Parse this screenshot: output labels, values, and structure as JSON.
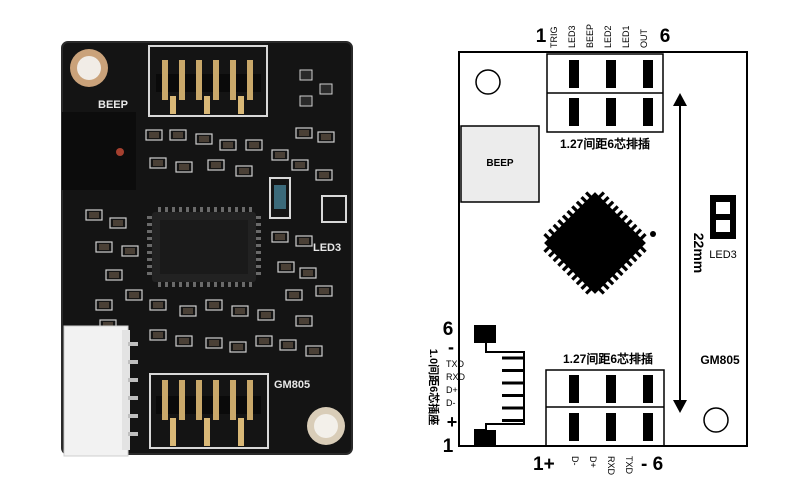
{
  "photo": {
    "silk_beep": "BEEP",
    "silk_led3": "LED3",
    "silk_model": "GM805"
  },
  "diagram": {
    "beep_label": "BEEP",
    "top_header": {
      "left_num": "1",
      "right_num": "6",
      "pins": [
        "TRIG",
        "LED3",
        "BEEP",
        "LED2",
        "LED1",
        "OUT"
      ],
      "caption": "1.27间距6芯排插"
    },
    "dimension_label": "22mm",
    "led_label": "LED3",
    "model_label": "GM805",
    "bottom_header": {
      "caption": "1.27间距6芯排插",
      "left_mark": "1+",
      "right_mark": "- 6",
      "pins": [
        "D-",
        "D+",
        "RXD",
        "TXD"
      ]
    },
    "side_connector": {
      "top_num": "6",
      "top_sign": "-",
      "bottom_num": "1",
      "bottom_sign": "+",
      "pins": [
        "TXD",
        "RXD",
        "D+",
        "D-"
      ],
      "caption": "1.0间距6芯插座"
    }
  }
}
